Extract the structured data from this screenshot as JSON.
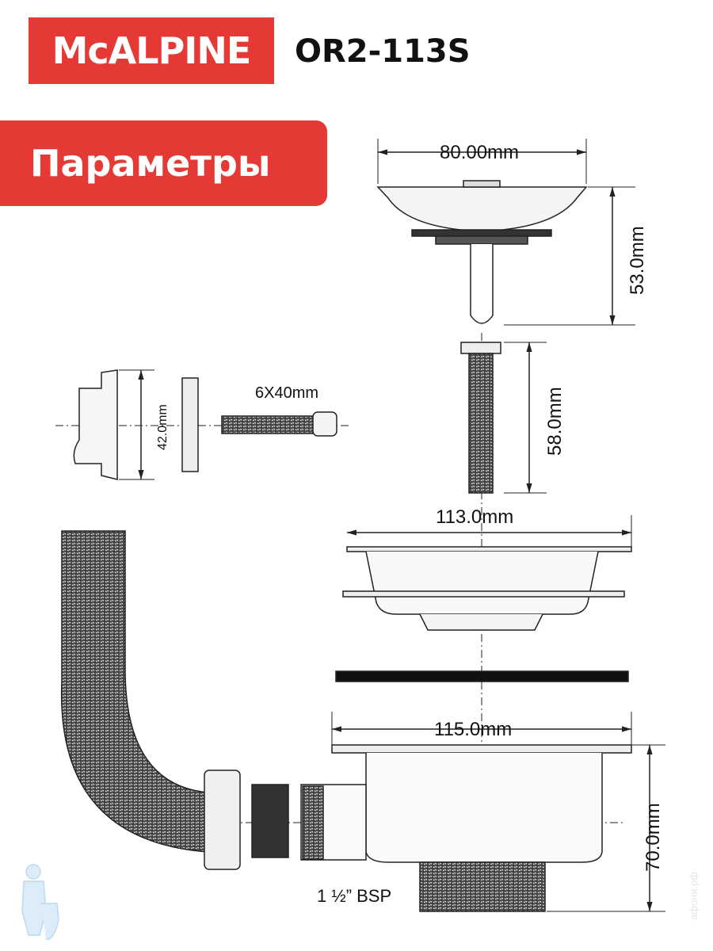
{
  "brand": {
    "logo_text": "McALPINE",
    "color": "#e53935"
  },
  "model": "OR2-113S",
  "section_title": "Параметры",
  "dimensions": {
    "strainer_width": "80.00mm",
    "strainer_height": "53.0mm",
    "bolt_length": "58.0mm",
    "overflow_diameter": "42.0mm",
    "screw": "6X40mm",
    "plate_width": "113.0mm",
    "body_width": "115.0mm",
    "body_height": "70.0mm",
    "thread": "1 ½” BSP"
  },
  "watermark": "афоня.рф"
}
